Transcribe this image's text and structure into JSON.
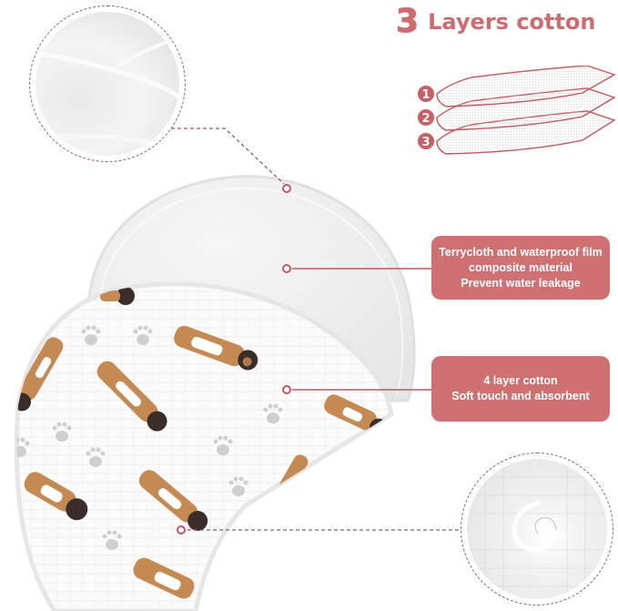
{
  "title": {
    "number": "3",
    "text": "Layers cotton"
  },
  "layers_diagram": {
    "badges": [
      "1",
      "2",
      "3"
    ]
  },
  "callouts": [
    {
      "lines": [
        "Terrycloth and waterproof film",
        "composite material",
        "Prevent water leakage"
      ]
    },
    {
      "lines": [
        "4 layer cotton",
        "Soft touch and absorbent"
      ]
    }
  ],
  "detail_circles": [
    {
      "label": "terrycloth-texture"
    },
    {
      "label": "muslin-cotton-texture"
    }
  ],
  "colors": {
    "accent": "#cf7072",
    "title": "#cf6b6e",
    "connector": "#c2575d",
    "dashed": "#8a6068"
  }
}
